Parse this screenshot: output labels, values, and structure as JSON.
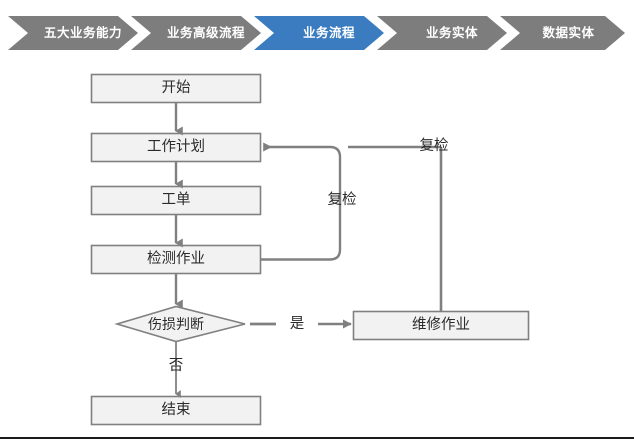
{
  "breadcrumb": {
    "active_index": 2,
    "active_color": "#3a7cbf",
    "inactive_color": "#7d7d7d",
    "text_color": "#ffffff",
    "items": [
      {
        "label": "五大业务能力"
      },
      {
        "label": "业务高级流程"
      },
      {
        "label": "业务流程"
      },
      {
        "label": "业务实体"
      },
      {
        "label": "数据实体"
      }
    ]
  },
  "flowchart": {
    "type": "diagram",
    "node_fill": "#f2f2f2",
    "node_stroke": "#808080",
    "edge_color": "#808080",
    "text_color": "#2b2b2b",
    "nodes": [
      {
        "id": "start",
        "label": "开始",
        "shape": "rect"
      },
      {
        "id": "workplan",
        "label": "工作计划",
        "shape": "rect"
      },
      {
        "id": "workorder",
        "label": "工单",
        "shape": "rect"
      },
      {
        "id": "inspection",
        "label": "检测作业",
        "shape": "rect"
      },
      {
        "id": "decision",
        "label": "伤损判断",
        "shape": "diamond"
      },
      {
        "id": "repair",
        "label": "维修作业",
        "shape": "rect"
      },
      {
        "id": "end",
        "label": "结束",
        "shape": "rect"
      }
    ],
    "edges": [
      {
        "from": "start",
        "to": "workplan",
        "label": ""
      },
      {
        "from": "workplan",
        "to": "workorder",
        "label": ""
      },
      {
        "from": "workorder",
        "to": "inspection",
        "label": ""
      },
      {
        "from": "inspection",
        "to": "decision",
        "label": ""
      },
      {
        "from": "decision",
        "to": "repair",
        "label": "是"
      },
      {
        "from": "decision",
        "to": "end",
        "label": "否"
      },
      {
        "from": "inspection",
        "to": "workplan",
        "label": "复检"
      },
      {
        "from": "repair",
        "to": "workplan",
        "label": "复检"
      }
    ],
    "edge_labels": {
      "yes": "是",
      "no": "否",
      "recheck_inner": "复检",
      "recheck_outer": "复检"
    }
  }
}
